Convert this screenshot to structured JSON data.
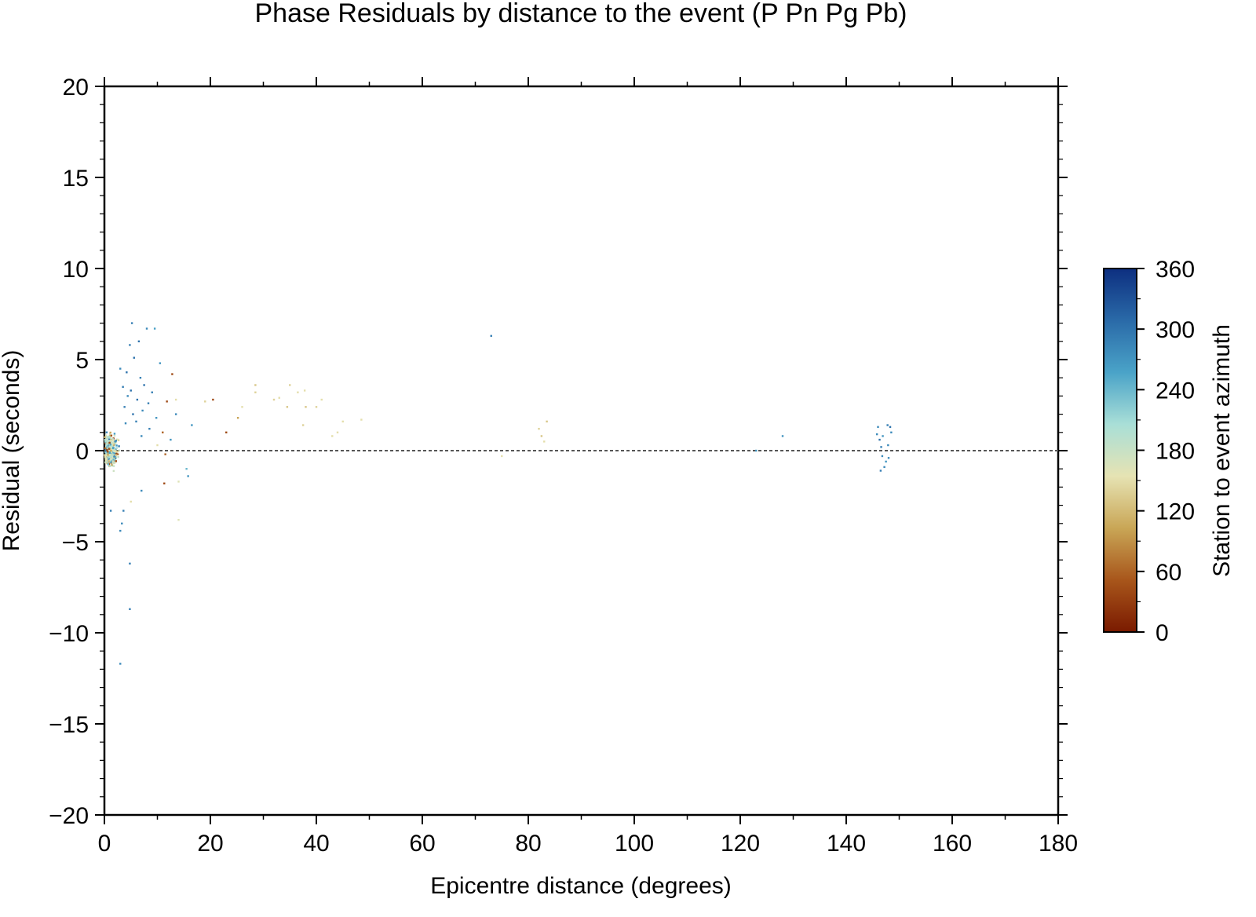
{
  "chart_data": {
    "type": "scatter",
    "title": "Phase Residuals by distance to the event (P Pn Pg Pb)",
    "xlabel": "Epicentre distance (degrees)",
    "ylabel": "Residual (seconds)",
    "xlim": [
      0,
      180
    ],
    "ylim": [
      -20,
      20
    ],
    "xticks": [
      0,
      20,
      40,
      60,
      80,
      100,
      120,
      140,
      160,
      180
    ],
    "yticks": [
      -20,
      -15,
      -10,
      -5,
      0,
      5,
      10,
      15,
      20
    ],
    "reference_line": {
      "y": 0,
      "style": "dashed",
      "color": "#555555"
    },
    "grid": false,
    "colorbar": {
      "label": "Station to event azimuth",
      "min": 0,
      "max": 360,
      "ticks": [
        0,
        60,
        120,
        180,
        240,
        300,
        360
      ],
      "placement": "right",
      "colors": [
        "#7a1a00",
        "#a8561b",
        "#c9a656",
        "#e6e3b3",
        "#a9dfd7",
        "#4aa3c8",
        "#2a6aa8",
        "#0d2f80"
      ]
    },
    "points": [
      {
        "x": 5.2,
        "y": 7.0,
        "az": 290
      },
      {
        "x": 8.0,
        "y": 6.7,
        "az": 280
      },
      {
        "x": 9.5,
        "y": 6.7,
        "az": 260
      },
      {
        "x": 6.5,
        "y": 6.0,
        "az": 300
      },
      {
        "x": 4.8,
        "y": 5.8,
        "az": 290
      },
      {
        "x": 5.6,
        "y": 5.1,
        "az": 300
      },
      {
        "x": 3.0,
        "y": 4.5,
        "az": 280
      },
      {
        "x": 10.5,
        "y": 4.8,
        "az": 270
      },
      {
        "x": 4.2,
        "y": 4.3,
        "az": 300
      },
      {
        "x": 6.8,
        "y": 4.0,
        "az": 290
      },
      {
        "x": 12.8,
        "y": 4.2,
        "az": 40
      },
      {
        "x": 7.5,
        "y": 3.6,
        "az": 300
      },
      {
        "x": 3.5,
        "y": 3.5,
        "az": 290
      },
      {
        "x": 5.0,
        "y": 3.3,
        "az": 300
      },
      {
        "x": 9.0,
        "y": 3.2,
        "az": 290
      },
      {
        "x": 4.4,
        "y": 3.0,
        "az": 280
      },
      {
        "x": 6.2,
        "y": 2.8,
        "az": 300
      },
      {
        "x": 8.3,
        "y": 2.6,
        "az": 290
      },
      {
        "x": 11.8,
        "y": 2.7,
        "az": 40
      },
      {
        "x": 13.5,
        "y": 2.8,
        "az": 150
      },
      {
        "x": 3.8,
        "y": 2.4,
        "az": 290
      },
      {
        "x": 7.2,
        "y": 2.2,
        "az": 280
      },
      {
        "x": 5.4,
        "y": 2.0,
        "az": 300
      },
      {
        "x": 13.5,
        "y": 2.0,
        "az": 280
      },
      {
        "x": 9.8,
        "y": 1.8,
        "az": 270
      },
      {
        "x": 6.0,
        "y": 1.6,
        "az": 290
      },
      {
        "x": 4.0,
        "y": 1.5,
        "az": 280
      },
      {
        "x": 16.5,
        "y": 1.4,
        "az": 270
      },
      {
        "x": 8.5,
        "y": 1.2,
        "az": 290
      },
      {
        "x": 11.0,
        "y": 1.0,
        "az": 60
      },
      {
        "x": 7.0,
        "y": 0.8,
        "az": 280
      },
      {
        "x": 12.5,
        "y": 0.6,
        "az": 270
      },
      {
        "x": 10.0,
        "y": 0.3,
        "az": 150
      },
      {
        "x": 11.5,
        "y": -0.2,
        "az": 60
      },
      {
        "x": 15.8,
        "y": -1.4,
        "az": 270
      },
      {
        "x": 15.5,
        "y": -1.0,
        "az": 240
      },
      {
        "x": 11.3,
        "y": -1.8,
        "az": 40
      },
      {
        "x": 14.0,
        "y": -1.7,
        "az": 160
      },
      {
        "x": 7.0,
        "y": -2.2,
        "az": 280
      },
      {
        "x": 5.0,
        "y": -2.8,
        "az": 150
      },
      {
        "x": 3.6,
        "y": -3.3,
        "az": 290
      },
      {
        "x": 1.2,
        "y": -3.3,
        "az": 290
      },
      {
        "x": 3.3,
        "y": -4.0,
        "az": 280
      },
      {
        "x": 3.0,
        "y": -4.4,
        "az": 280
      },
      {
        "x": 4.8,
        "y": -6.2,
        "az": 290
      },
      {
        "x": 4.8,
        "y": -8.7,
        "az": 290
      },
      {
        "x": 3.0,
        "y": -11.7,
        "az": 280
      },
      {
        "x": 14.0,
        "y": -3.8,
        "az": 160
      },
      {
        "x": 20.5,
        "y": 2.8,
        "az": 40
      },
      {
        "x": 19.0,
        "y": 2.7,
        "az": 140
      },
      {
        "x": 23.0,
        "y": 1.0,
        "az": 40
      },
      {
        "x": 25.2,
        "y": 1.8,
        "az": 100
      },
      {
        "x": 26.0,
        "y": 2.4,
        "az": 150
      },
      {
        "x": 28.5,
        "y": 3.6,
        "az": 130
      },
      {
        "x": 28.5,
        "y": 3.2,
        "az": 140
      },
      {
        "x": 32.0,
        "y": 2.8,
        "az": 140
      },
      {
        "x": 33.0,
        "y": 2.9,
        "az": 150
      },
      {
        "x": 34.5,
        "y": 2.4,
        "az": 130
      },
      {
        "x": 35.0,
        "y": 3.6,
        "az": 140
      },
      {
        "x": 36.5,
        "y": 3.2,
        "az": 150
      },
      {
        "x": 37.8,
        "y": 3.3,
        "az": 150
      },
      {
        "x": 38.0,
        "y": 2.4,
        "az": 130
      },
      {
        "x": 40.0,
        "y": 2.4,
        "az": 140
      },
      {
        "x": 41.0,
        "y": 2.8,
        "az": 150
      },
      {
        "x": 37.5,
        "y": 1.4,
        "az": 140
      },
      {
        "x": 43.0,
        "y": 0.8,
        "az": 150
      },
      {
        "x": 44.0,
        "y": 1.0,
        "az": 150
      },
      {
        "x": 45.0,
        "y": 1.6,
        "az": 150
      },
      {
        "x": 48.5,
        "y": 1.7,
        "az": 150
      },
      {
        "x": 73.0,
        "y": 6.3,
        "az": 290
      },
      {
        "x": 75.0,
        "y": -0.3,
        "az": 150
      },
      {
        "x": 82.0,
        "y": 1.2,
        "az": 140
      },
      {
        "x": 82.5,
        "y": 0.8,
        "az": 130
      },
      {
        "x": 83.5,
        "y": 1.6,
        "az": 130
      },
      {
        "x": 83.0,
        "y": 0.5,
        "az": 150
      },
      {
        "x": 123.0,
        "y": 0.0,
        "az": 270
      },
      {
        "x": 128.0,
        "y": 0.8,
        "az": 270
      },
      {
        "x": 145.8,
        "y": 0.9,
        "az": 280
      },
      {
        "x": 146.0,
        "y": 1.3,
        "az": 280
      },
      {
        "x": 146.3,
        "y": 0.6,
        "az": 300
      },
      {
        "x": 146.6,
        "y": 0.2,
        "az": 290
      },
      {
        "x": 146.8,
        "y": -0.3,
        "az": 280
      },
      {
        "x": 146.5,
        "y": -1.1,
        "az": 290
      },
      {
        "x": 147.2,
        "y": -0.9,
        "az": 280
      },
      {
        "x": 147.5,
        "y": -0.6,
        "az": 270
      },
      {
        "x": 147.8,
        "y": 1.4,
        "az": 290
      },
      {
        "x": 148.0,
        "y": -0.4,
        "az": 280
      },
      {
        "x": 148.3,
        "y": 1.3,
        "az": 300
      },
      {
        "x": 148.5,
        "y": 1.0,
        "az": 280
      },
      {
        "x": 147.9,
        "y": 0.3,
        "az": 280
      },
      {
        "x": 146.9,
        "y": 0.8,
        "az": 270
      }
    ],
    "cluster": {
      "note_values": "dense cloud of phase residuals at short distance",
      "x_range": [
        0,
        6
      ],
      "y_range": [
        -2.2,
        2.4
      ],
      "count": 420
    }
  }
}
